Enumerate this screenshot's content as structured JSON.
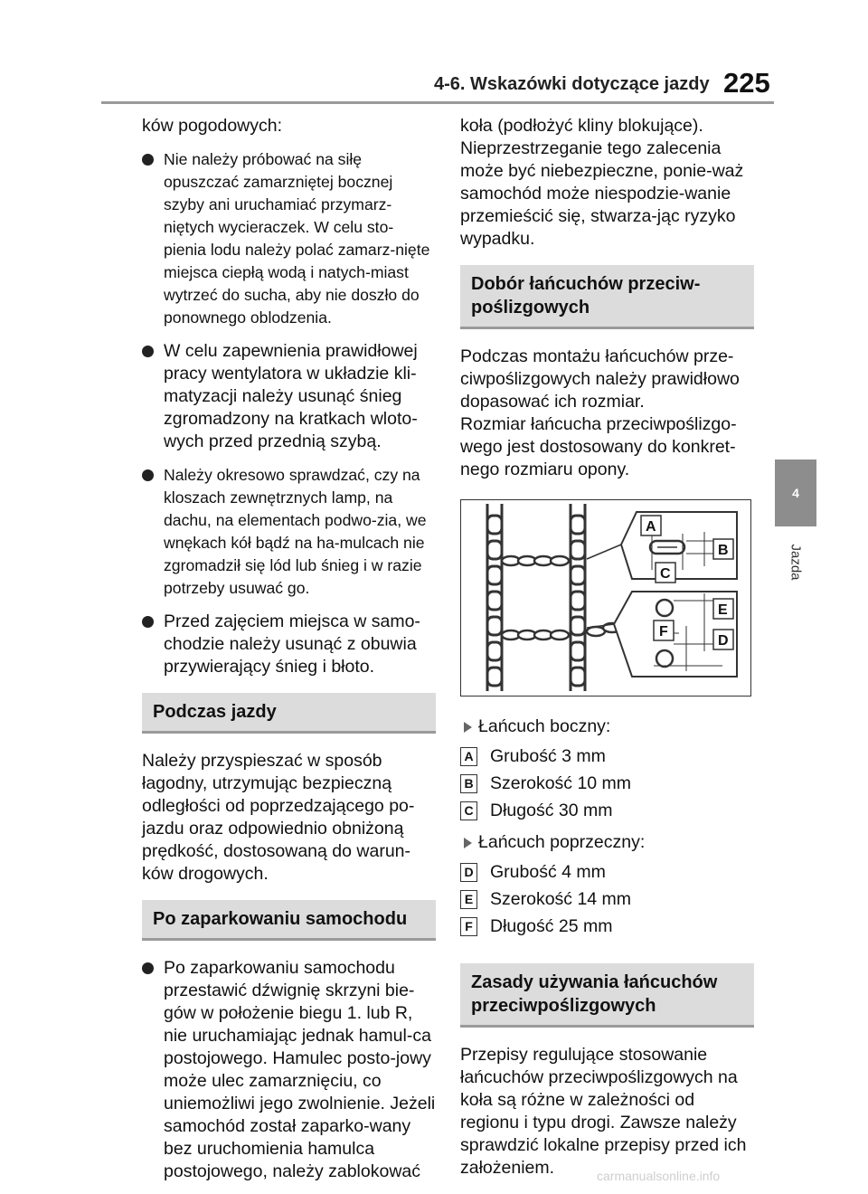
{
  "header": {
    "title": "4-6. Wskazówki dotyczące jazdy",
    "page_number": "225"
  },
  "side_tab": {
    "number": "4",
    "label": "Jazda"
  },
  "left": {
    "intro": "ków pogodowych:",
    "bullets": [
      "Nie należy próbować na siłę opuszczać zamarzniętej bocznej szyby ani uruchamiać przymarz-niętych wycieraczek. W celu sto-pienia lodu należy polać zamarz-nięte miejsca ciepłą wodą i natych-miast wytrzeć do sucha, aby nie doszło do ponownego oblodzenia.",
      "W celu zapewnienia prawidłowej pracy wentylatora w układzie kli-matyzacji należy usunąć śnieg zgromadzony na kratkach wloto-wych przed przednią szybą.",
      "Należy okresowo sprawdzać, czy na kloszach zewnętrznych lamp, na dachu, na elementach podwo-zia, we wnękach kół bądź na ha-mulcach nie zgromadził się lód lub śnieg i w razie potrzeby usuwać go.",
      "Przed zajęciem miejsca w samo-chodzie należy usunąć z obuwia przywierający śnieg i błoto."
    ],
    "section1_title": "Podczas jazdy",
    "section1_text": "Należy przyspieszać w sposób łagodny, utrzymując bezpieczną odległości od poprzedzającego po-jazdu oraz odpowiednio obniżoną prędkość, dostosowaną do warun-ków drogowych.",
    "section2_title": "Po zaparkowaniu samochodu",
    "section2_bullet": "Po zaparkowaniu samochodu przestawić dźwignię skrzyni bie-gów w położenie biegu 1. lub R, nie uruchamiając jednak hamul-ca postojowego. Hamulec posto-jowy może ulec zamarznięciu, co uniemożliwi jego zwolnienie. Jeżeli samochód został zaparko-wany bez uruchomienia hamulca postojowego, należy zablokować"
  },
  "right": {
    "continuation": "koła (podłożyć kliny blokujące). Nieprzestrzeganie tego zalecenia może być niebezpieczne, ponie-waż samochód może niespodzie-wanie przemieścić się, stwarza-jąc ryzyko wypadku.",
    "section3_title": "Dobór łańcuchów przeciw-poślizgowych",
    "section3_text": "Podczas montażu łańcuchów prze-ciwpoślizgowych należy prawidłowo dopasować ich rozmiar.",
    "section3_text2": "Rozmiar łańcucha przeciwpoślizgo-wego jest dostosowany do konkret-nego rozmiaru opony.",
    "diagram_labels": [
      "A",
      "B",
      "C",
      "E",
      "F",
      "D"
    ],
    "side_chain_title": "Łańcuch boczny:",
    "side_chain_specs": [
      {
        "letter": "A",
        "text": "Grubość 3 mm"
      },
      {
        "letter": "B",
        "text": "Szerokość 10 mm"
      },
      {
        "letter": "C",
        "text": "Długość 30 mm"
      }
    ],
    "cross_chain_title": "Łańcuch poprzeczny:",
    "cross_chain_specs": [
      {
        "letter": "D",
        "text": "Grubość 4 mm"
      },
      {
        "letter": "E",
        "text": "Szerokość 14 mm"
      },
      {
        "letter": "F",
        "text": "Długość 25 mm"
      }
    ],
    "section4_title": "Zasady używania łańcuchów przeciwpoślizgowych",
    "section4_text": "Przepisy regulujące stosowanie łańcuchów przeciwpoślizgowych na koła są różne w zależności od regionu i typu drogi. Zawsze należy sprawdzić lokalne przepisy przed ich założeniem."
  },
  "footer": {
    "watermark": "carmanualsonline.info"
  }
}
